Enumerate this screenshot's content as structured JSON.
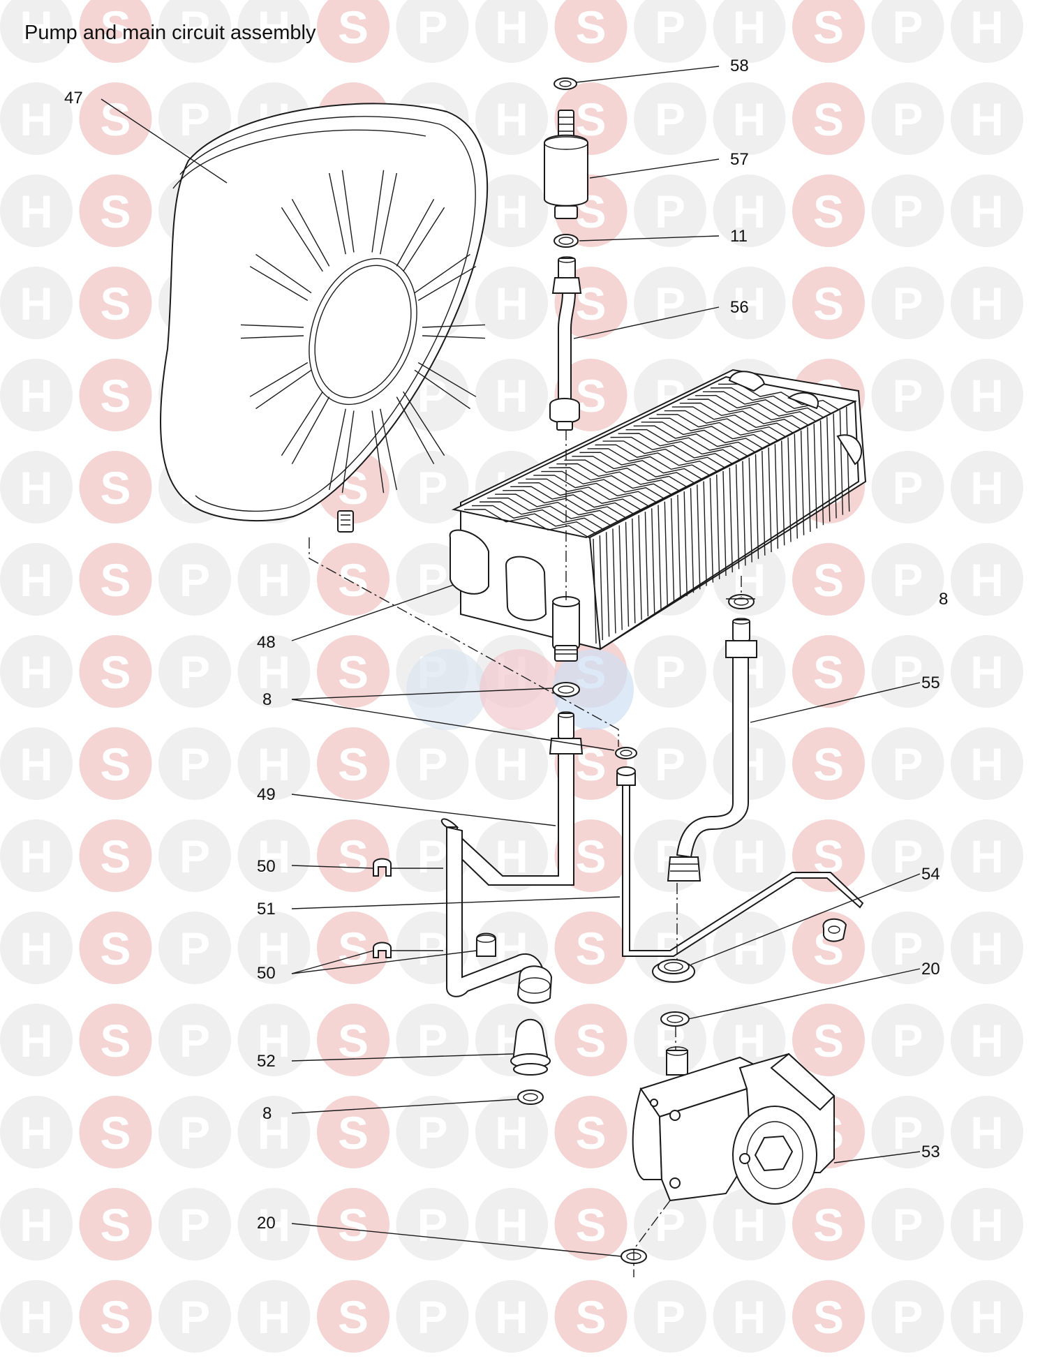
{
  "title": "Pump and main circuit assembly",
  "watermark": {
    "letters": [
      "H",
      "S",
      "P"
    ],
    "colors": {
      "grey": "#efefef",
      "grey_text": "#ffffff",
      "pink": "#f5d4d4",
      "pink_text": "#ffffff",
      "center_grey": "#dce6f0",
      "center_pink": "#f1c9cf",
      "center_blue": "#cfe0f2"
    }
  },
  "callouts": [
    {
      "id": "c47",
      "label": "47"
    },
    {
      "id": "c58",
      "label": "58"
    },
    {
      "id": "c57",
      "label": "57"
    },
    {
      "id": "c11",
      "label": "11"
    },
    {
      "id": "c56",
      "label": "56"
    },
    {
      "id": "c8a",
      "label": "8"
    },
    {
      "id": "c48",
      "label": "48"
    },
    {
      "id": "c55",
      "label": "55"
    },
    {
      "id": "c8b",
      "label": "8"
    },
    {
      "id": "c49",
      "label": "49"
    },
    {
      "id": "c50a",
      "label": "50"
    },
    {
      "id": "c54",
      "label": "54"
    },
    {
      "id": "c51",
      "label": "51"
    },
    {
      "id": "c50b",
      "label": "50"
    },
    {
      "id": "c20a",
      "label": "20"
    },
    {
      "id": "c52",
      "label": "52"
    },
    {
      "id": "c8c",
      "label": "8"
    },
    {
      "id": "c53",
      "label": "53"
    },
    {
      "id": "c20b",
      "label": "20"
    }
  ],
  "parts": {
    "expansion_vessel": "47",
    "heat_exchanger": "48",
    "flow_pipe": "49",
    "clips": "50",
    "pipe": "51",
    "cap": "52",
    "pump": "53",
    "pump_seal": "54",
    "return_pipe": "55",
    "air_vent_pipe": "56",
    "automatic_air_vent": "57",
    "clip": "58",
    "washer_11": "11",
    "washer_8": "8",
    "washer_20": "20"
  }
}
